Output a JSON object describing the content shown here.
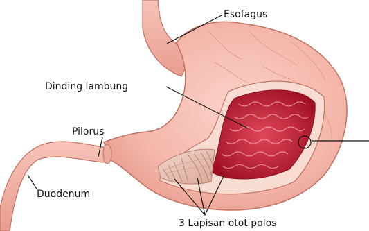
{
  "labels": {
    "esofagus": "Esofagus",
    "dinding_lambung": "Dinding lambung",
    "pilorus": "Pilorus",
    "duodenum": "Duodenum",
    "lapisan_otot": "3 Lapisan otot polos"
  },
  "colors": {
    "stomach_fill": "#f3b4a8",
    "stomach_outline": "#c0705f",
    "interior_mucosa": "#b8182a",
    "muscle_layer": "#e9c5b6",
    "leader_line": "#111111"
  }
}
